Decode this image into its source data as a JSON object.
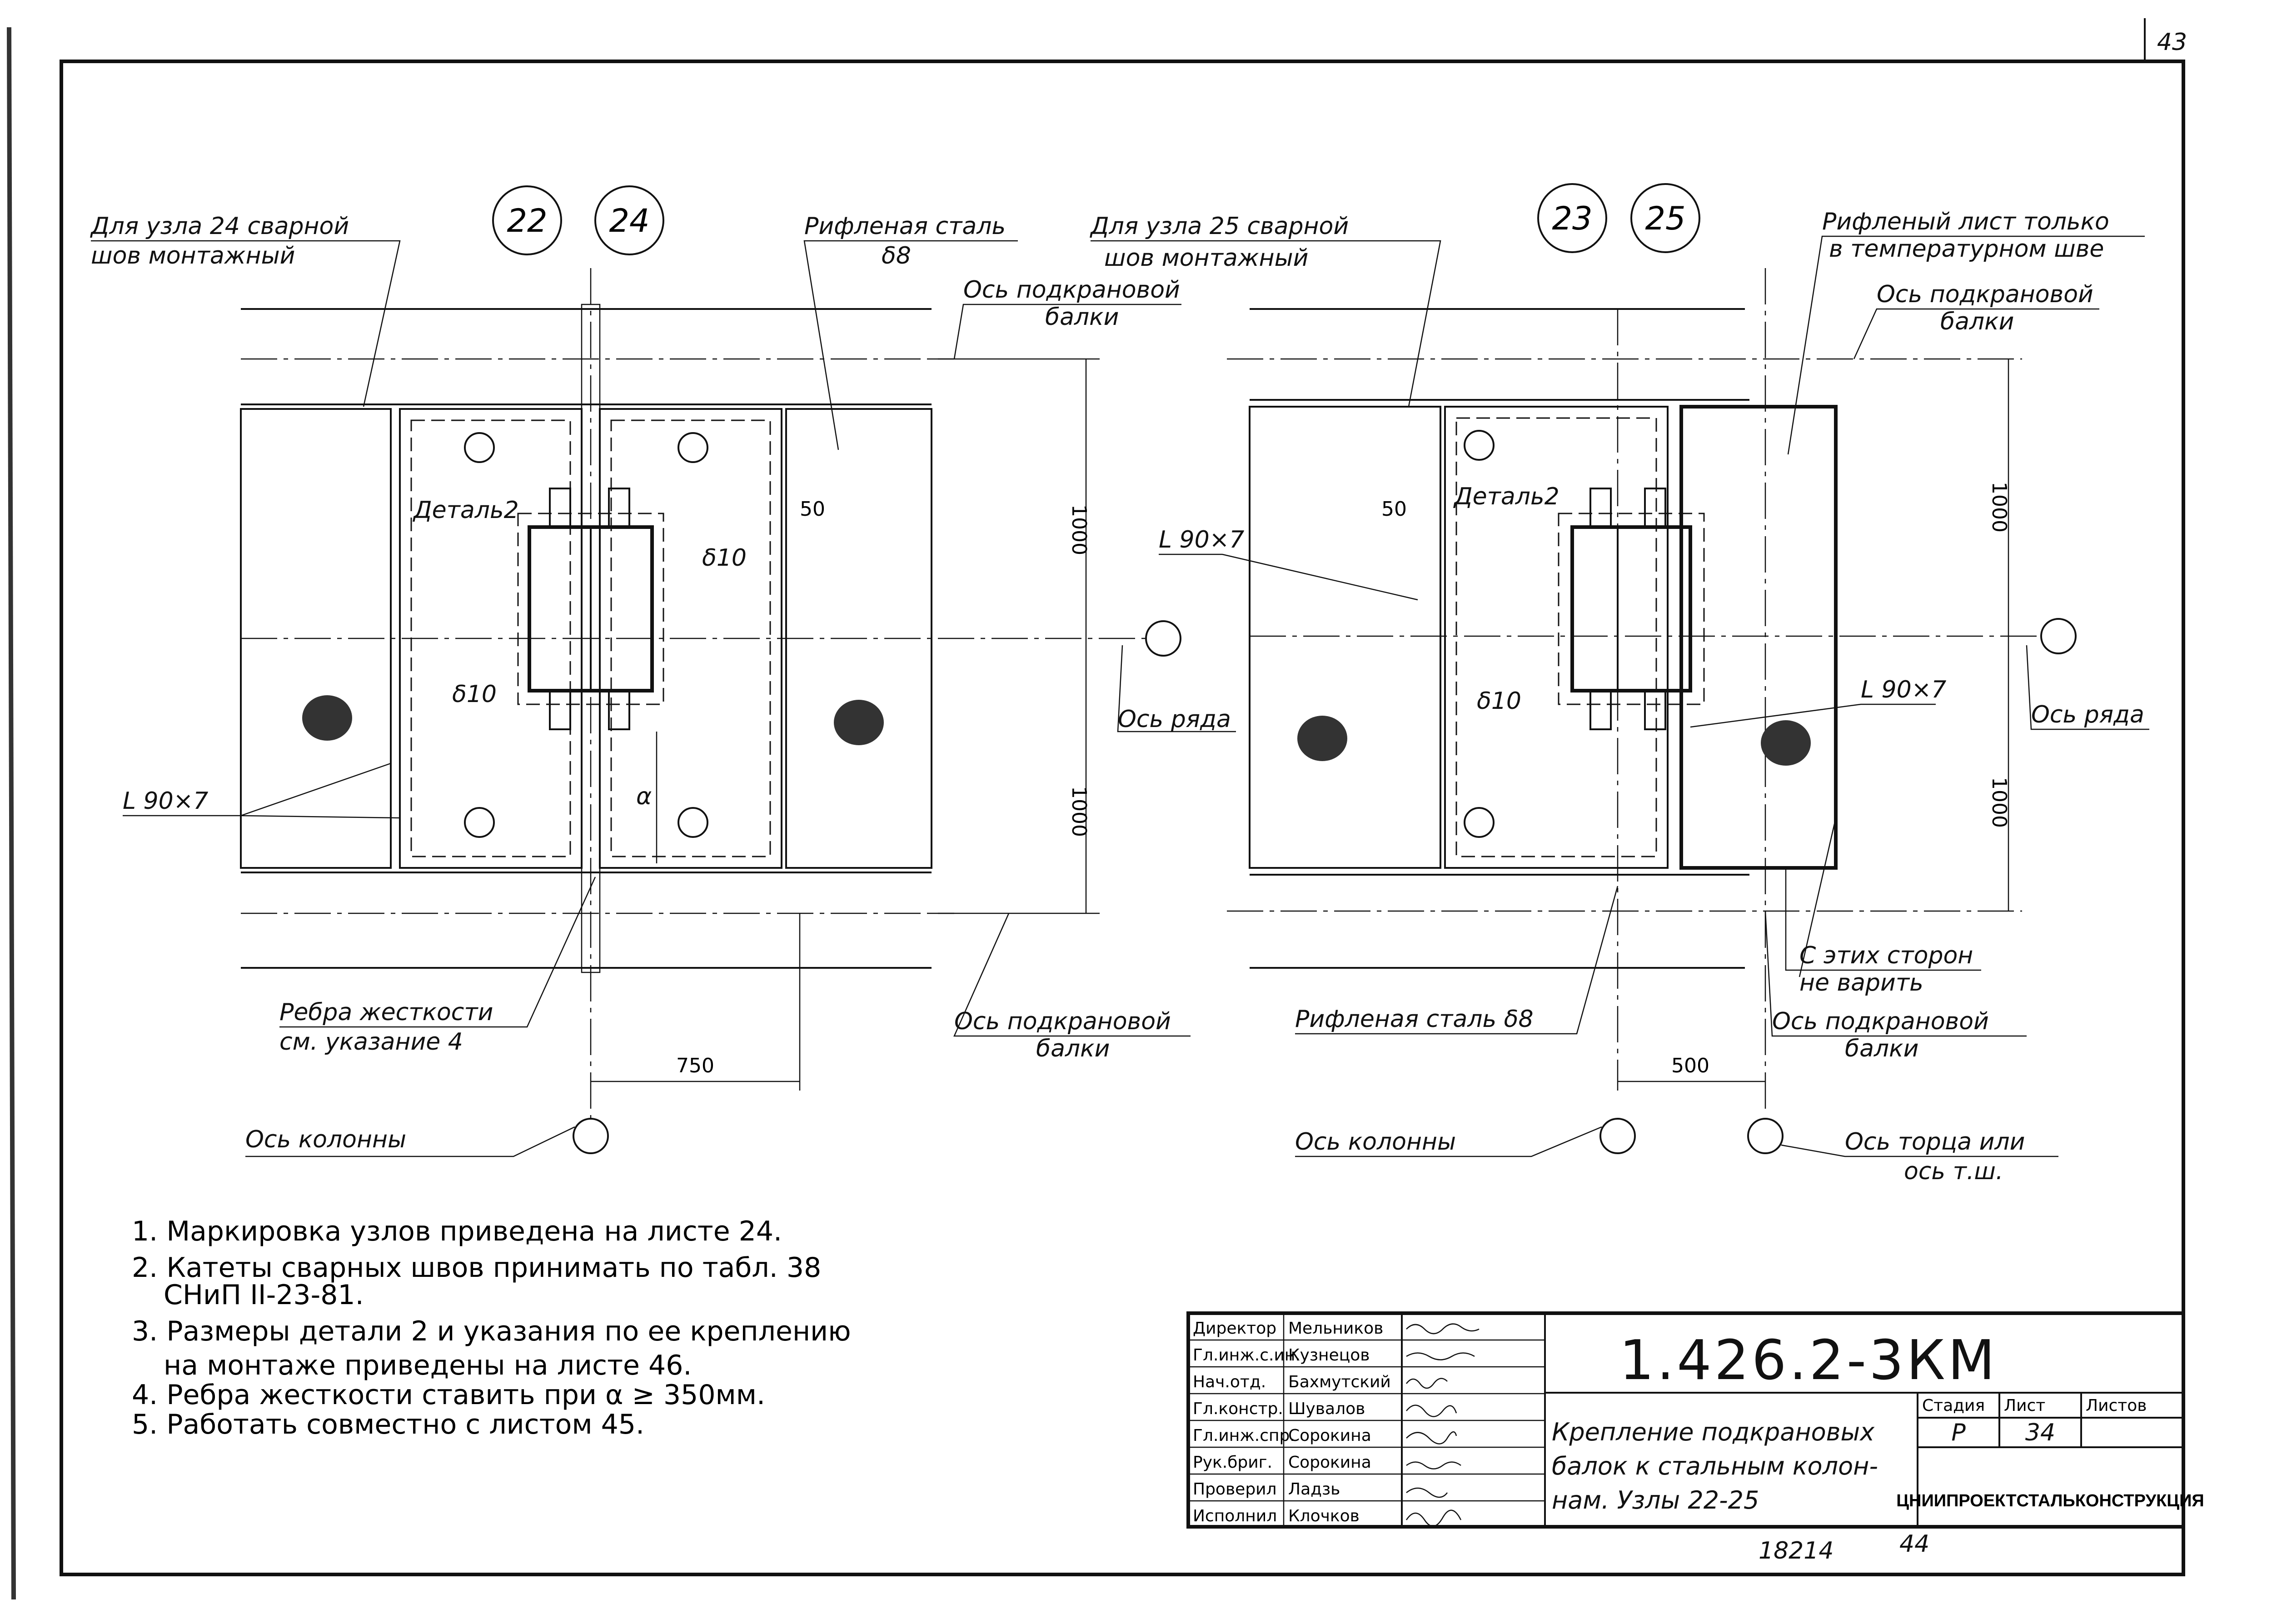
{
  "page_number": "43",
  "left_group": {
    "node_a": "22",
    "node_b": "24",
    "label_weld": [
      "Для узла 24 сварной",
      "шов монтажный"
    ],
    "label_plate": [
      "Рифленая сталь",
      "δ8"
    ],
    "label_beam_axis_top": [
      "Ось подкрановой",
      "балки"
    ],
    "label_detail": "Деталь2",
    "label_thickness_1": "δ10",
    "label_thickness_2": "δ10",
    "label_dim_50": "50",
    "label_dim_1000_top": "1000",
    "label_dim_1000_bottom": "1000",
    "label_row_axis": "Ось ряда",
    "label_angle": "L 90×7",
    "label_alpha": "α",
    "label_ribs": [
      "Ребра жесткости",
      "см. указание 4"
    ],
    "label_beam_axis_bottom": [
      "Ось подкрановой",
      "балки"
    ],
    "label_dim_750": "750",
    "label_column_axis": "Ось колонны"
  },
  "right_group": {
    "node_a": "23",
    "node_b": "25",
    "label_weld": [
      "Для узла 25 сварной",
      "шов монтажный"
    ],
    "label_plate_top": [
      "Рифленый лист только",
      "в температурном шве"
    ],
    "label_beam_axis_top": [
      "Ось подкрановой",
      "балки"
    ],
    "label_dim_50": "50",
    "label_detail": "Деталь2",
    "label_angle_1": "L 90×7",
    "label_angle_2": "L 90×7",
    "label_thickness": "δ10",
    "label_dim_1000_top": "1000",
    "label_dim_1000_bottom": "1000",
    "label_row_axis": "Ось ряда",
    "label_no_weld": [
      "С этих сторон",
      "не варить"
    ],
    "label_plate_bottom": "Рифленая сталь δ8",
    "label_beam_axis_bottom": [
      "Ось подкрановой",
      "балки"
    ],
    "label_dim_500": "500",
    "label_column_axis": "Ось колонны",
    "label_end_axis": [
      "Ось торца или",
      "ось т.ш."
    ]
  },
  "notes": [
    "1. Маркировка узлов приведена на листе 24.",
    "2. Катеты сварных швов принимать по табл. 38",
    "СНиП II-23-81.",
    "3. Размеры детали 2 и указания по ее креплению",
    "на монтаже приведены на листе 46.",
    "4. Ребра жесткости ставить при α ≥ 350мм.",
    "5. Работать совместно с листом 45."
  ],
  "title_block": {
    "roles": [
      "Директор",
      "Гл.инж.с.ин.",
      "Нач.отд.",
      "Гл.констр.",
      "Гл.инж.спр.",
      "Рук.бриг.",
      "Проверил",
      "Исполнил"
    ],
    "names": [
      "Мельников",
      "Кузнецов",
      "Бахмутский",
      "Шувалов",
      "Сорокина",
      "Сорокина",
      "Ладзь",
      "Клочков"
    ],
    "doc_number": "1.426.2-3КМ",
    "title_lines": [
      "Крепление подкрановых",
      "балок к стальным колон-",
      "нам. Узлы 22-25"
    ],
    "col_stage": "Стадия",
    "col_sheet": "Лист",
    "col_sheets": "Листов",
    "stage": "Р",
    "sheet": "34",
    "organization": "ЦНИИПРОЕКТСТАЛЬКОНСТРУКЦИЯ"
  },
  "footer_numbers": [
    "18214",
    "44"
  ]
}
